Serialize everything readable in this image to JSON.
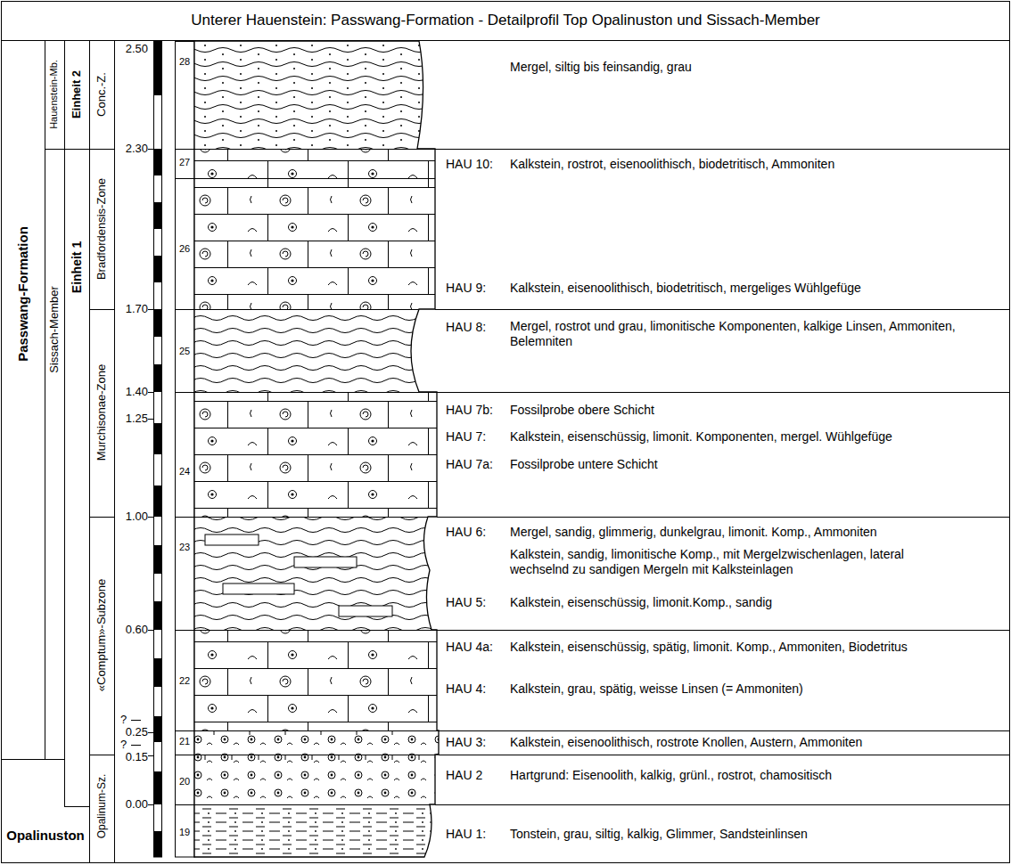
{
  "diagram": {
    "title": "Unterer Hauenstein: Passwang-Formation - Detailprofil Top Opalinuston und Sissach-Member",
    "nodes": [
      {
        "text": [
          "Passwang-Formation"
        ]
      },
      {
        "text": [
          "Opalinuston"
        ]
      },
      {
        "text": [
          "Sissach-Member"
        ]
      },
      {
        "text": [
          "Hauenstein-Mb."
        ]
      },
      {
        "text": [
          "Einheit 2"
        ]
      },
      {
        "text": [
          "Einheit 1"
        ]
      },
      {
        "text": [
          "Conc.-Z."
        ]
      },
      {
        "text": [
          "Bradfordensis-Zone"
        ]
      },
      {
        "text": [
          "Murchisonae-Zone"
        ]
      },
      {
        "text": [
          "«Comptum»-Subzone"
        ]
      },
      {
        "text": [
          "Opalinum-Sz."
        ]
      },
      {
        "text": [
          "28"
        ]
      },
      {
        "text": [
          "27"
        ]
      },
      {
        "text": [
          "26"
        ]
      },
      {
        "text": [
          "25"
        ]
      },
      {
        "text": [
          "24"
        ]
      },
      {
        "text": [
          "23"
        ]
      },
      {
        "text": [
          "22"
        ]
      },
      {
        "text": [
          "21"
        ]
      },
      {
        "text": [
          "20"
        ]
      },
      {
        "text": [
          "19"
        ]
      }
    ],
    "labels": [
      "2.50",
      "2.30",
      "1.70",
      "1.40",
      "1.25",
      "1.00",
      "0.60",
      "?",
      "0.25",
      "?",
      "0.15",
      "0.00",
      "Mergel, siltig bis feinsandig, grau",
      "HAU 10:",
      "Kalkstein, rostrot, eisenoolithisch, biodetritisch, Ammoniten",
      "HAU 9:",
      "Kalkstein, eisenoolithisch, biodetritisch, mergeliges Wühlgefüge",
      "HAU 8:",
      "Mergel, rostrot und grau, limonitische Komponenten, kalkige Linsen, Ammoniten, Belemniten",
      "HAU 7b:",
      "Fossilprobe obere Schicht",
      "HAU 7:",
      "Kalkstein, eisenschüssig, limonit. Komponenten, mergel. Wühlgefüge",
      "HAU 7a:",
      "Fossilprobe untere Schicht",
      "HAU 6:",
      "Mergel, sandig, glimmerig, dunkelgrau, limonit. Komp., Ammoniten",
      "Kalkstein, sandig, limonitische Komp., mit Mergelzwischenlagen, lateral wechselnd zu sandigen Mergeln mit Kalksteinlagen",
      "HAU 5:",
      "Kalkstein, eisenschüssig, limonit.Komp., sandig",
      "HAU 4a:",
      "Kalkstein, eisenschüssig, spätig, limonit. Komp., Ammoniten, Biodetritus",
      "HAU 4:",
      "Kalkstein, grau, spätig, weisse Linsen (= Ammoniten)",
      "HAU 3:",
      "Kalkstein, eisenoolithisch, rostrote Knollen, Austern, Ammoniten",
      "HAU 2",
      "Hartgrund: Eisenoolith, kalkig, grünl., rostrot, chamositisch",
      "HAU 1:",
      "Tonstein, grau, siltig, kalkig, Glimmer, Sandsteinlinsen"
    ]
  }
}
